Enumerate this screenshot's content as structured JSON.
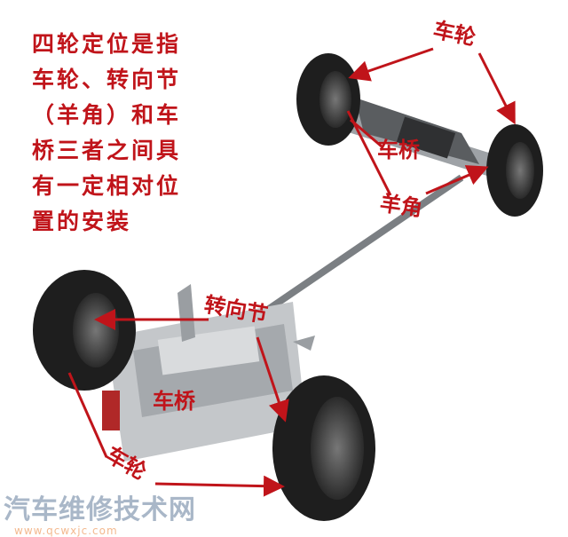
{
  "intro_text": [
    "四轮定位是指",
    "车轮、转向节",
    "（羊角）和车",
    "桥三者之间具",
    "有一定相对位",
    "置的安装"
  ],
  "labels": {
    "wheel_rear": "车轮",
    "axle_rear": "车桥",
    "knuckle_rear": "羊角",
    "steering_knuckle": "转向节",
    "axle_front": "车桥",
    "wheel_front": "车轮"
  },
  "watermark": {
    "name": "汽车维修技术网",
    "url": "www.qcwxjc.com"
  },
  "colors": {
    "annotation": "#c0141a",
    "tire": "#1e1e1e",
    "metal": "#b9bcc0"
  }
}
